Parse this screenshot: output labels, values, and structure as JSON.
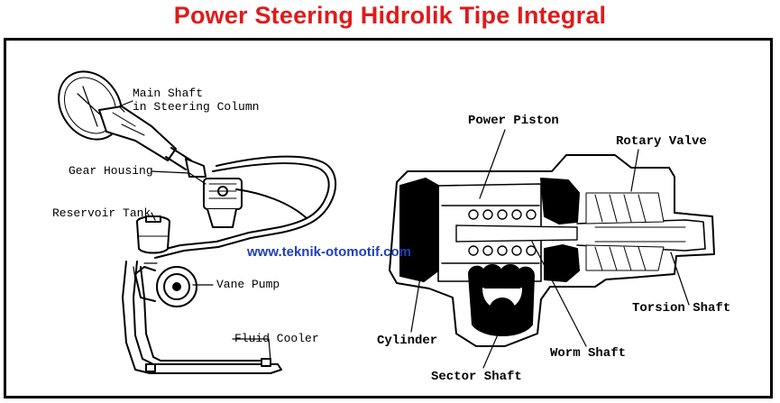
{
  "title": "Power Steering Hidrolik Tipe Integral",
  "watermark": "www.teknik-otomotif.com",
  "left_labels": {
    "main_shaft_line1": "Main Shaft",
    "main_shaft_line2": "in Steering Column",
    "gear_housing": "Gear Housing",
    "reservoir_tank": "Reservoir Tank",
    "vane_pump": "Vane Pump",
    "fluid_cooler": "Fluid Cooler"
  },
  "right_labels": {
    "power_piston": "Power Piston",
    "rotary_valve": "Rotary Valve",
    "torsion_shaft": "Torsion Shaft",
    "cylinder": "Cylinder",
    "worm_shaft": "Worm Shaft",
    "sector_shaft": "Sector Shaft"
  },
  "colors": {
    "title": "#e01a1a",
    "watermark": "#1f3fb8",
    "lines": "#000000"
  }
}
